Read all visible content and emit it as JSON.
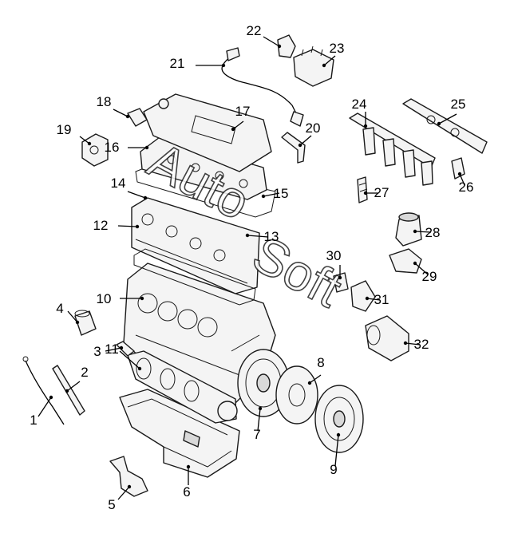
{
  "callouts": [
    "1",
    "2",
    "3",
    "4",
    "5",
    "6",
    "7",
    "8",
    "9",
    "10",
    "11",
    "12",
    "13",
    "14",
    "15",
    "16",
    "17",
    "18",
    "19",
    "20",
    "21",
    "22",
    "23",
    "24",
    "25",
    "26",
    "27",
    "28",
    "29",
    "30",
    "31",
    "32"
  ],
  "watermark": {
    "word1": "Auto",
    "word2": "Soft"
  }
}
